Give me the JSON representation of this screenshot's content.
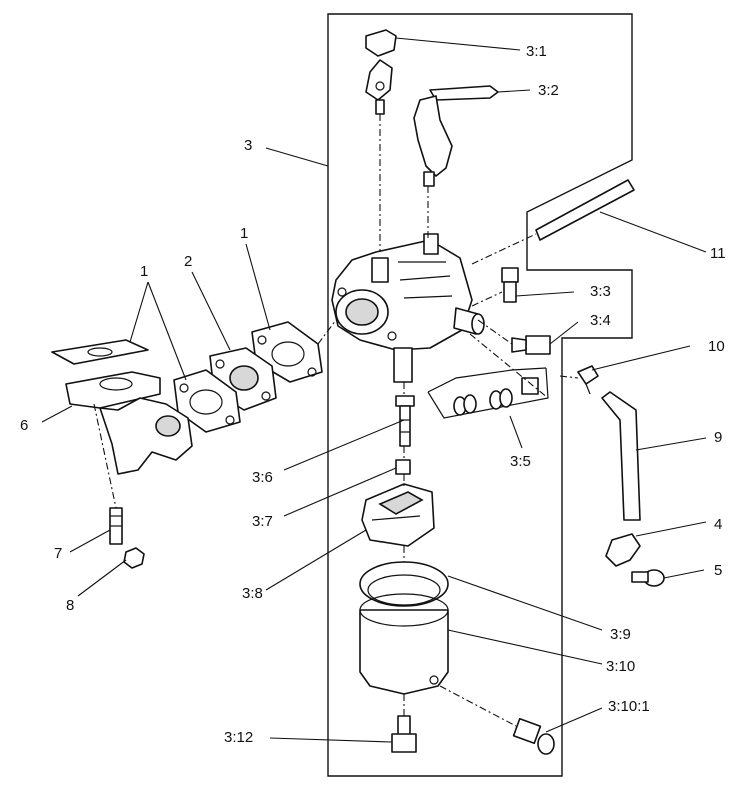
{
  "labels": {
    "l3_1": "3:1",
    "l3_2": "3:2",
    "l3": "3",
    "l11": "11",
    "l1a": "1",
    "l1b": "1",
    "l2": "2",
    "l3_3": "3:3",
    "l3_4": "3:4",
    "l10": "10",
    "l6": "6",
    "l9": "9",
    "l3_5": "3:5",
    "l3_6": "3:6",
    "l3_7": "3:7",
    "l4": "4",
    "l7": "7",
    "l5": "5",
    "l8": "8",
    "l3_8": "3:8",
    "l3_9": "3:9",
    "l3_10": "3:10",
    "l3_10_1": "3:10:1",
    "l3_12": "3:12"
  }
}
